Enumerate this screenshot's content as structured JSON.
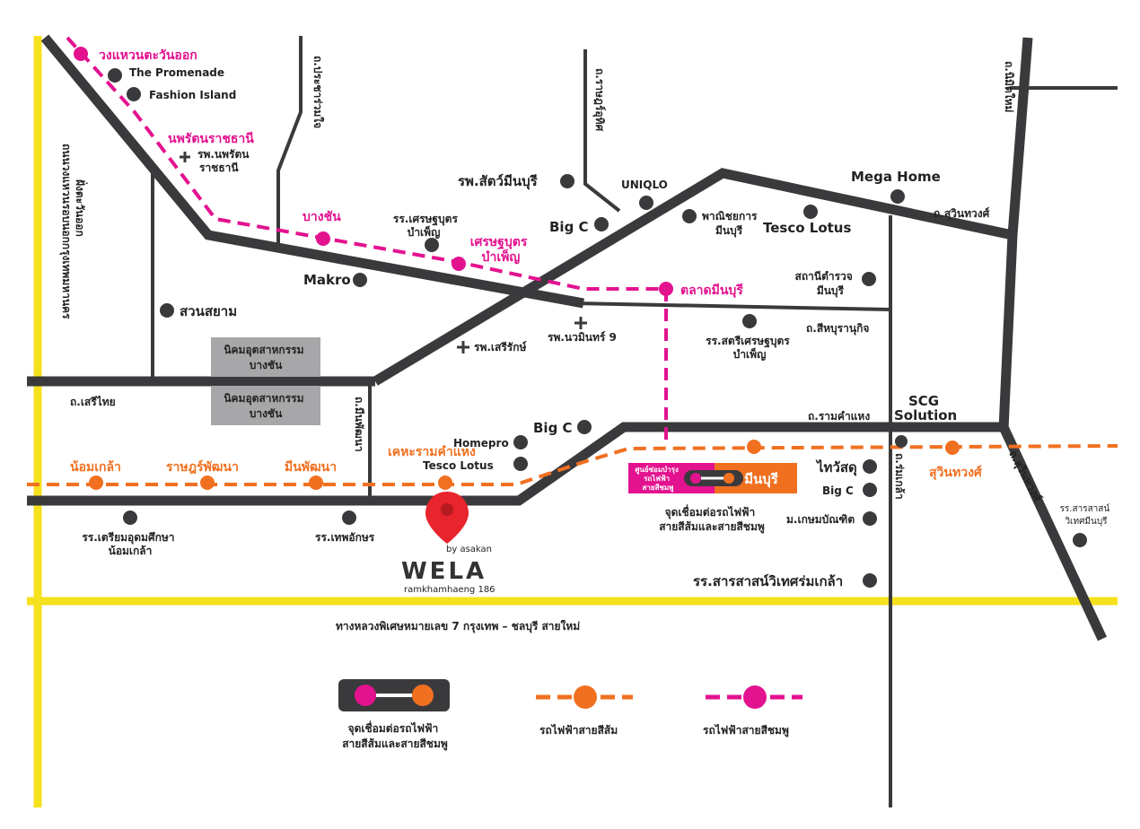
{
  "colors": {
    "road": "#3a3a3c",
    "expressway": "#f5e11c",
    "pink_line": "#e3128f",
    "orange_line": "#f07020",
    "zone_gray": "#a7a7a9",
    "pin_red": "#e8242c"
  },
  "pink_stations": {
    "east_ring": "วงแหวนตะวันออก",
    "nopparat": "นพรัตนราชธานี",
    "bangchan": "บางชัน",
    "setthabut": "เศรษฐบุตร\nบำเพ็ญ",
    "minburi_market": "ตลาดมีนบุรี"
  },
  "orange_stations": {
    "nomklao": "น้อมเกล้า",
    "ratpatthana": "ราษฎร์พัฒนา",
    "minphatthana": "มีนพัฒนา",
    "khehabang": "เคหะรามคำแหง",
    "minburi": "มีนบุรี",
    "suwinthawong": "สุวินทวงศ์"
  },
  "roads": {
    "pracharuam": "ถ.ประชาร่วมใจ",
    "nimitmai": "ถ.นิมิตใหม่",
    "ring_vertical": "ถนนวงแหวนรอบนอกกรุงเทพมหานคร\nฝั่งตะวันออก",
    "suwinthawong": "ถ.สุวินทวงศ์",
    "sihaburanukit": "ถ.สีหบุรานุกิจ",
    "ramkhamhaeng": "ถ.รามคำแหง",
    "serithai": "ถ.เสรีไทย",
    "minphatthana": "ถ.มีนพัฒนา",
    "romklao": "ถ.ร่มเกล้า",
    "suwinthawong2": "ถ.สุวินทวงศ์",
    "ratchatham": "ถ.ราษฎร์อุทิศ",
    "motorway": "ทางหลวงพิเศษหมายเลข 7 กรุงเทพ – ชลบุรี สายใหม่"
  },
  "places": {
    "promenade": "The Promenade",
    "fashion": "Fashion Island",
    "nopparat_hosp": "รพ.นพรัตน\nราชธานี",
    "animal_hosp": "รพ.สัตว์มีนบุรี",
    "uniqlo": "UNIQLO",
    "bigc1": "Big C",
    "commerce": "พาณิชยการ\nมีนบุรี",
    "tesco1": "Tesco Lotus",
    "megahome": "Mega Home",
    "setthabut_school": "รร.เศรษฐบุตร\nบำเพ็ญ",
    "makro": "Makro",
    "police": "สถานีตำรวจ\nมีนบุรี",
    "suanayam": "สวนสยาม",
    "nawamin_hosp": "รพ.นวมินทร์ 9",
    "serirak_hosp": "รพ.เสรีรักษ์",
    "satri_school": "รร.สตรีเศรษฐบุตร\nบำเพ็ญ",
    "industrial1": "นิคมอุตสาหกรรม\nบางชัน",
    "industrial2": "นิคมอุตสาหกรรม\nบางชัน",
    "bigc2": "Big C",
    "homepro": "Homepro",
    "tesco2": "Tesco Lotus",
    "scg": "SCG\nSolution",
    "thaiwatsadu": "ไทวัสดุ",
    "bigc3": "Big C",
    "kasem_univ": "ม.เกษมบัณฑิต",
    "sarasas_romklao": "รร.สารสาสน์วิเทศร่มเกล้า",
    "sarasas_minburi": "รร.สารสาสน์\nวิเทศมีนบุรี",
    "nomklao_school": "รร.เตรียมอุดมศึกษา\nน้อมเกล้า",
    "thepaksorn": "รร.เทพอักษร",
    "interchange_box": "ศูนย์ซ่อมบำรุง\nรถไฟฟ้า\nสายสีชมพู",
    "interchange_label": "จุดเชื่อมต่อรถไฟฟ้า\nสายสีส้มและสายสีชมพู"
  },
  "brand": {
    "name": "WELA",
    "by": "by asakan",
    "sub": "ramkhamhaeng 186"
  },
  "legend": {
    "interchange": "จุดเชื่อมต่อรถไฟฟ้า\nสายสีส้มและสายสีชมพู",
    "orange": "รถไฟฟ้าสายสีส้ม",
    "pink": "รถไฟฟ้าสายสีชมพู"
  }
}
